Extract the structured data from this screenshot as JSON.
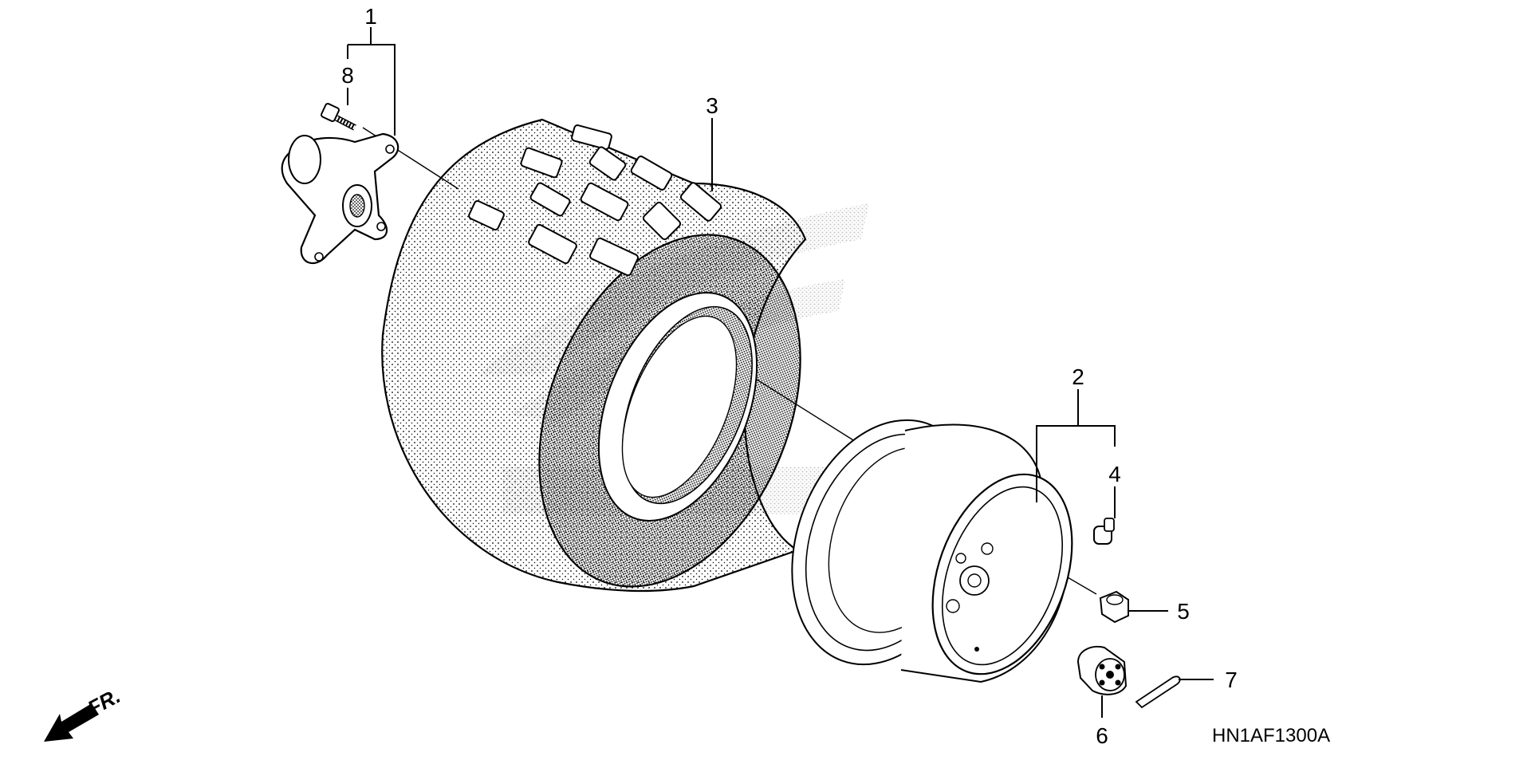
{
  "diagram": {
    "callouts": [
      {
        "id": "1",
        "label": "1"
      },
      {
        "id": "2",
        "label": "2"
      },
      {
        "id": "3",
        "label": "3"
      },
      {
        "id": "4",
        "label": "4"
      },
      {
        "id": "5",
        "label": "5"
      },
      {
        "id": "6",
        "label": "6"
      },
      {
        "id": "7",
        "label": "7"
      },
      {
        "id": "8",
        "label": "8"
      }
    ],
    "direction_marker": "FR.",
    "figure_code": "HN1AF1300A",
    "colors": {
      "line": "#000000",
      "stipple": "#000000",
      "watermark": "#c8c8c8",
      "background": "#ffffff"
    }
  }
}
